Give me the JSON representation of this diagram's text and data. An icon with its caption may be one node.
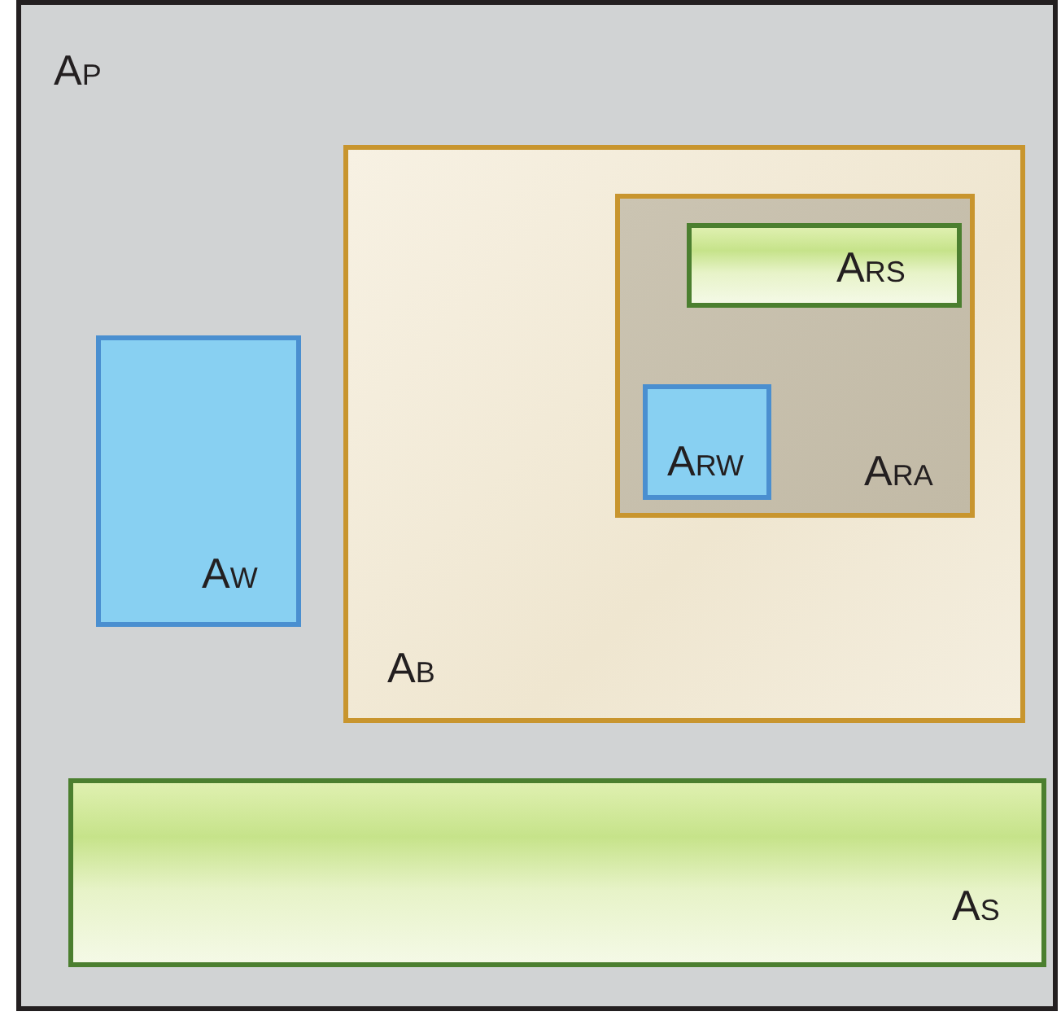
{
  "diagram": {
    "nodes": [
      {
        "text": [
          "A$_{P}$"
        ]
      },
      {
        "text": [
          "A$_{B}$"
        ],
        "in": 0
      },
      {
        "text": [
          "A$_{RA}$"
        ],
        "in": 1
      },
      {
        "text": [
          "A$_{RS}$"
        ],
        "in": 2
      },
      {
        "text": [
          "A$_{RW}$"
        ],
        "in": 2
      },
      {
        "text": [
          "A$_{W}$"
        ],
        "in": 0
      },
      {
        "text": [
          "A$_{S}$"
        ],
        "in": 0
      }
    ]
  }
}
